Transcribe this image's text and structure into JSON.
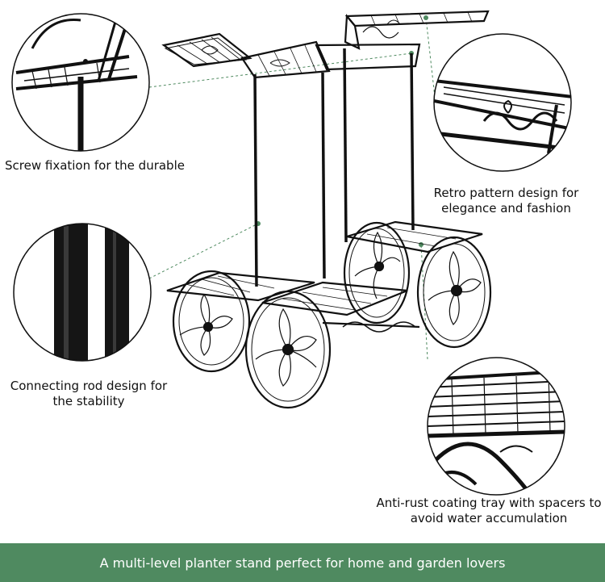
{
  "features": [
    {
      "id": "screw",
      "lines": [
        "Screw fixation for the durable"
      ],
      "icon": "screw-closeup"
    },
    {
      "id": "retro",
      "lines": [
        "Retro pattern design for",
        "elegance and fashion"
      ],
      "icon": "pattern-closeup"
    },
    {
      "id": "rod",
      "lines": [
        "Connecting rod design for",
        "the stability"
      ],
      "icon": "rod-closeup"
    },
    {
      "id": "tray",
      "lines": [
        "Anti-rust coating tray with spacers to",
        "avoid water accumulation"
      ],
      "icon": "tray-closeup"
    }
  ],
  "footer": {
    "text": "A multi-level planter stand perfect for home and garden lovers"
  },
  "colors": {
    "accent": "#4f8a60",
    "leader": "#4f8a60",
    "metal": "#111111"
  }
}
